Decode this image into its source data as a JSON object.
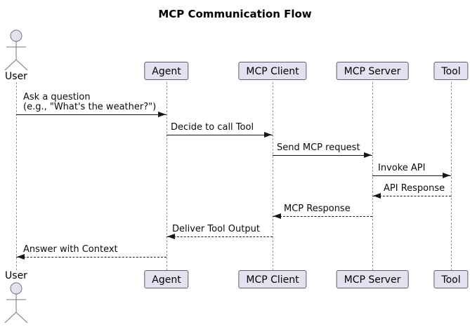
{
  "title": "MCP Communication Flow",
  "actor": {
    "label": "User"
  },
  "participants": [
    {
      "label": "Agent"
    },
    {
      "label": "MCP Client"
    },
    {
      "label": "MCP Server"
    },
    {
      "label": "Tool"
    }
  ],
  "messages": [
    {
      "from": "User",
      "to": "Agent",
      "label": "Ask a question",
      "label2": "(e.g., \"What's the weather?\")",
      "line": "solid",
      "direction": "right"
    },
    {
      "from": "Agent",
      "to": "MCP Client",
      "label": "Decide to call Tool",
      "line": "solid",
      "direction": "right"
    },
    {
      "from": "MCP Client",
      "to": "MCP Server",
      "label": "Send MCP request",
      "line": "solid",
      "direction": "right"
    },
    {
      "from": "MCP Server",
      "to": "Tool",
      "label": "Invoke API",
      "line": "solid",
      "direction": "right"
    },
    {
      "from": "Tool",
      "to": "MCP Server",
      "label": "API Response",
      "line": "dashed",
      "direction": "left"
    },
    {
      "from": "MCP Server",
      "to": "MCP Client",
      "label": "MCP Response",
      "line": "dashed",
      "direction": "left"
    },
    {
      "from": "MCP Client",
      "to": "Agent",
      "label": "Deliver Tool Output",
      "line": "dashed",
      "direction": "left"
    },
    {
      "from": "Agent",
      "to": "User",
      "label": "Answer with Context",
      "line": "dashed",
      "direction": "left"
    }
  ],
  "colors": {
    "background": "#FFFFFF",
    "participant_fill": "#E2E2F0",
    "participant_border": "#5C5C6E",
    "lifeline": "#9A9A9A",
    "arrow": "#181818",
    "text": "#000000"
  }
}
